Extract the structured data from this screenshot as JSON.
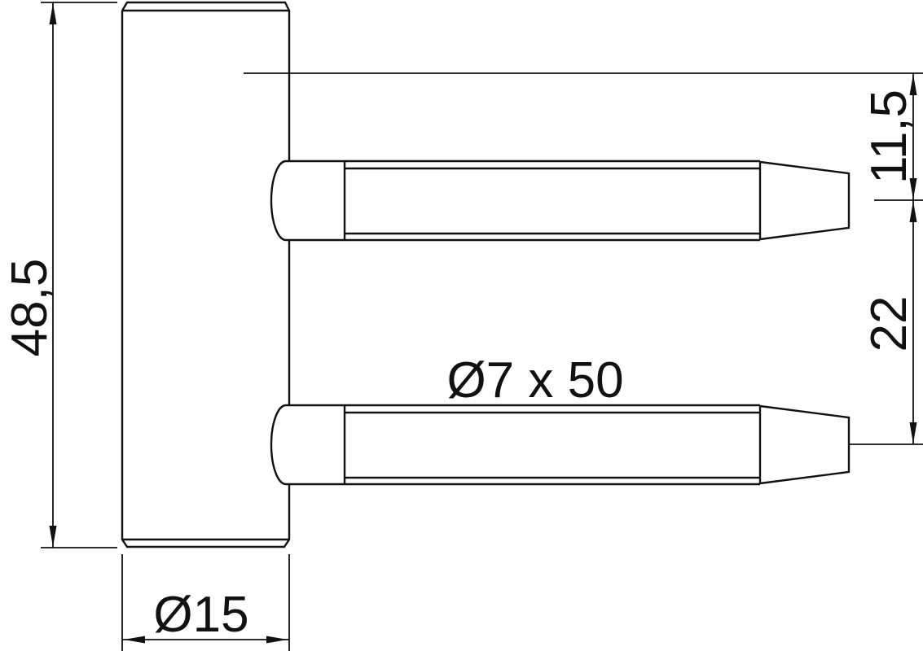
{
  "drawing": {
    "kind": "technical dimensional drawing, side view of a drill-in door hinge barrel with two mounting pins",
    "background_color": "#ffffff",
    "line_color": "#111111",
    "labels": {
      "overall_height": "48,5",
      "barrel_diameter": "Ø15",
      "pin_dimensions": "Ø7 x 50",
      "offset_ref_to_upper_pin": "11,5",
      "pin_axis_spacing": "22"
    }
  }
}
